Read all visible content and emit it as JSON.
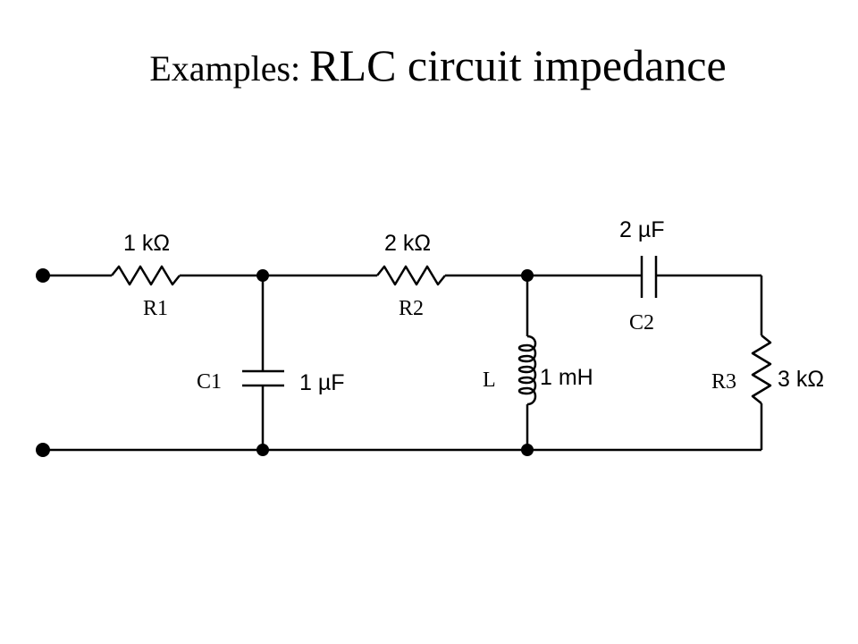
{
  "title": {
    "prefix": "Examples: ",
    "main": "RLC circuit impedance"
  },
  "components": {
    "R1": {
      "ref": "R1",
      "value": "1 kΩ"
    },
    "R2": {
      "ref": "R2",
      "value": "2 kΩ"
    },
    "R3": {
      "ref": "R3",
      "value": "3 kΩ"
    },
    "C1": {
      "ref": "C1",
      "value": "1 µF"
    },
    "C2": {
      "ref": "C2",
      "value": "2 µF"
    },
    "L": {
      "ref": "L",
      "value": "1 mH"
    }
  },
  "colors": {
    "background": "#ffffff",
    "ink": "#000000"
  }
}
